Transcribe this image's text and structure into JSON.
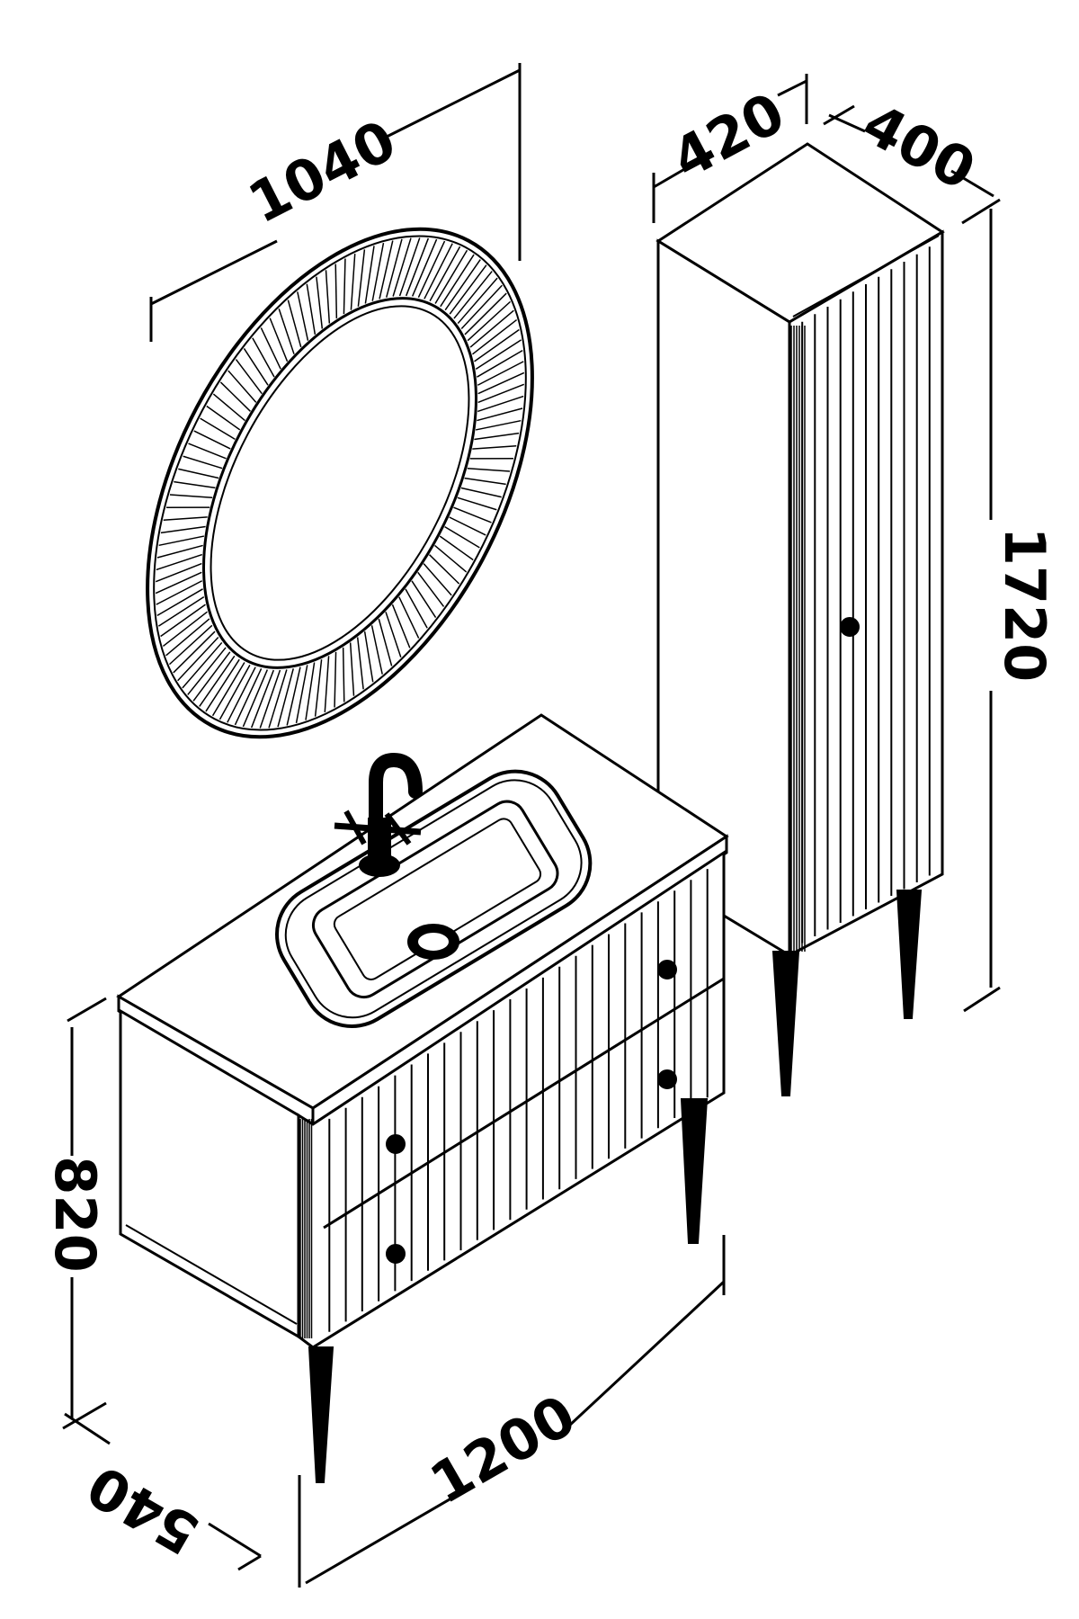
{
  "dimensions": {
    "mirror_diameter": "1040",
    "tall_cabinet_width": "420",
    "tall_cabinet_depth": "400",
    "tall_cabinet_height": "1720",
    "vanity_height": "820",
    "vanity_width": "1200",
    "vanity_depth": "540"
  },
  "colors": {
    "line": "#000000",
    "background": "#ffffff"
  }
}
